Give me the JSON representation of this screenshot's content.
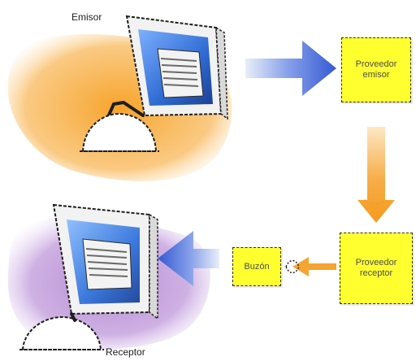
{
  "labels": {
    "sender": "Emisor",
    "receiver": "Receptor"
  },
  "boxes": {
    "sender_provider": {
      "line1": "Proveedor",
      "line2": "emisor"
    },
    "receiver_provider": {
      "line1": "Proveedor",
      "line2": "receptor"
    },
    "mailbox": {
      "label": "Buzón"
    }
  },
  "colors": {
    "box_fill": "#ffff2f",
    "sender_glow": "#f7a32a",
    "receiver_glow": "#b58ad1",
    "arrow_blue": "#3559d4",
    "arrow_orange": "#f59a1c",
    "monitor_screen": "#2f6bd3"
  }
}
